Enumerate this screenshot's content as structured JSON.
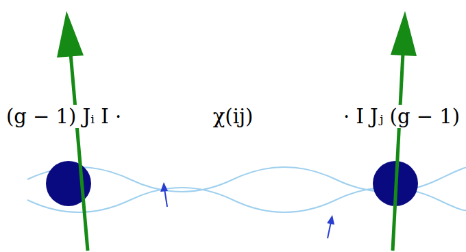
{
  "diagram": {
    "labels": [
      "(g − 1) Jᵢ I ·",
      "χ(ij)",
      "· I Jⱼ (g − 1)"
    ]
  }
}
